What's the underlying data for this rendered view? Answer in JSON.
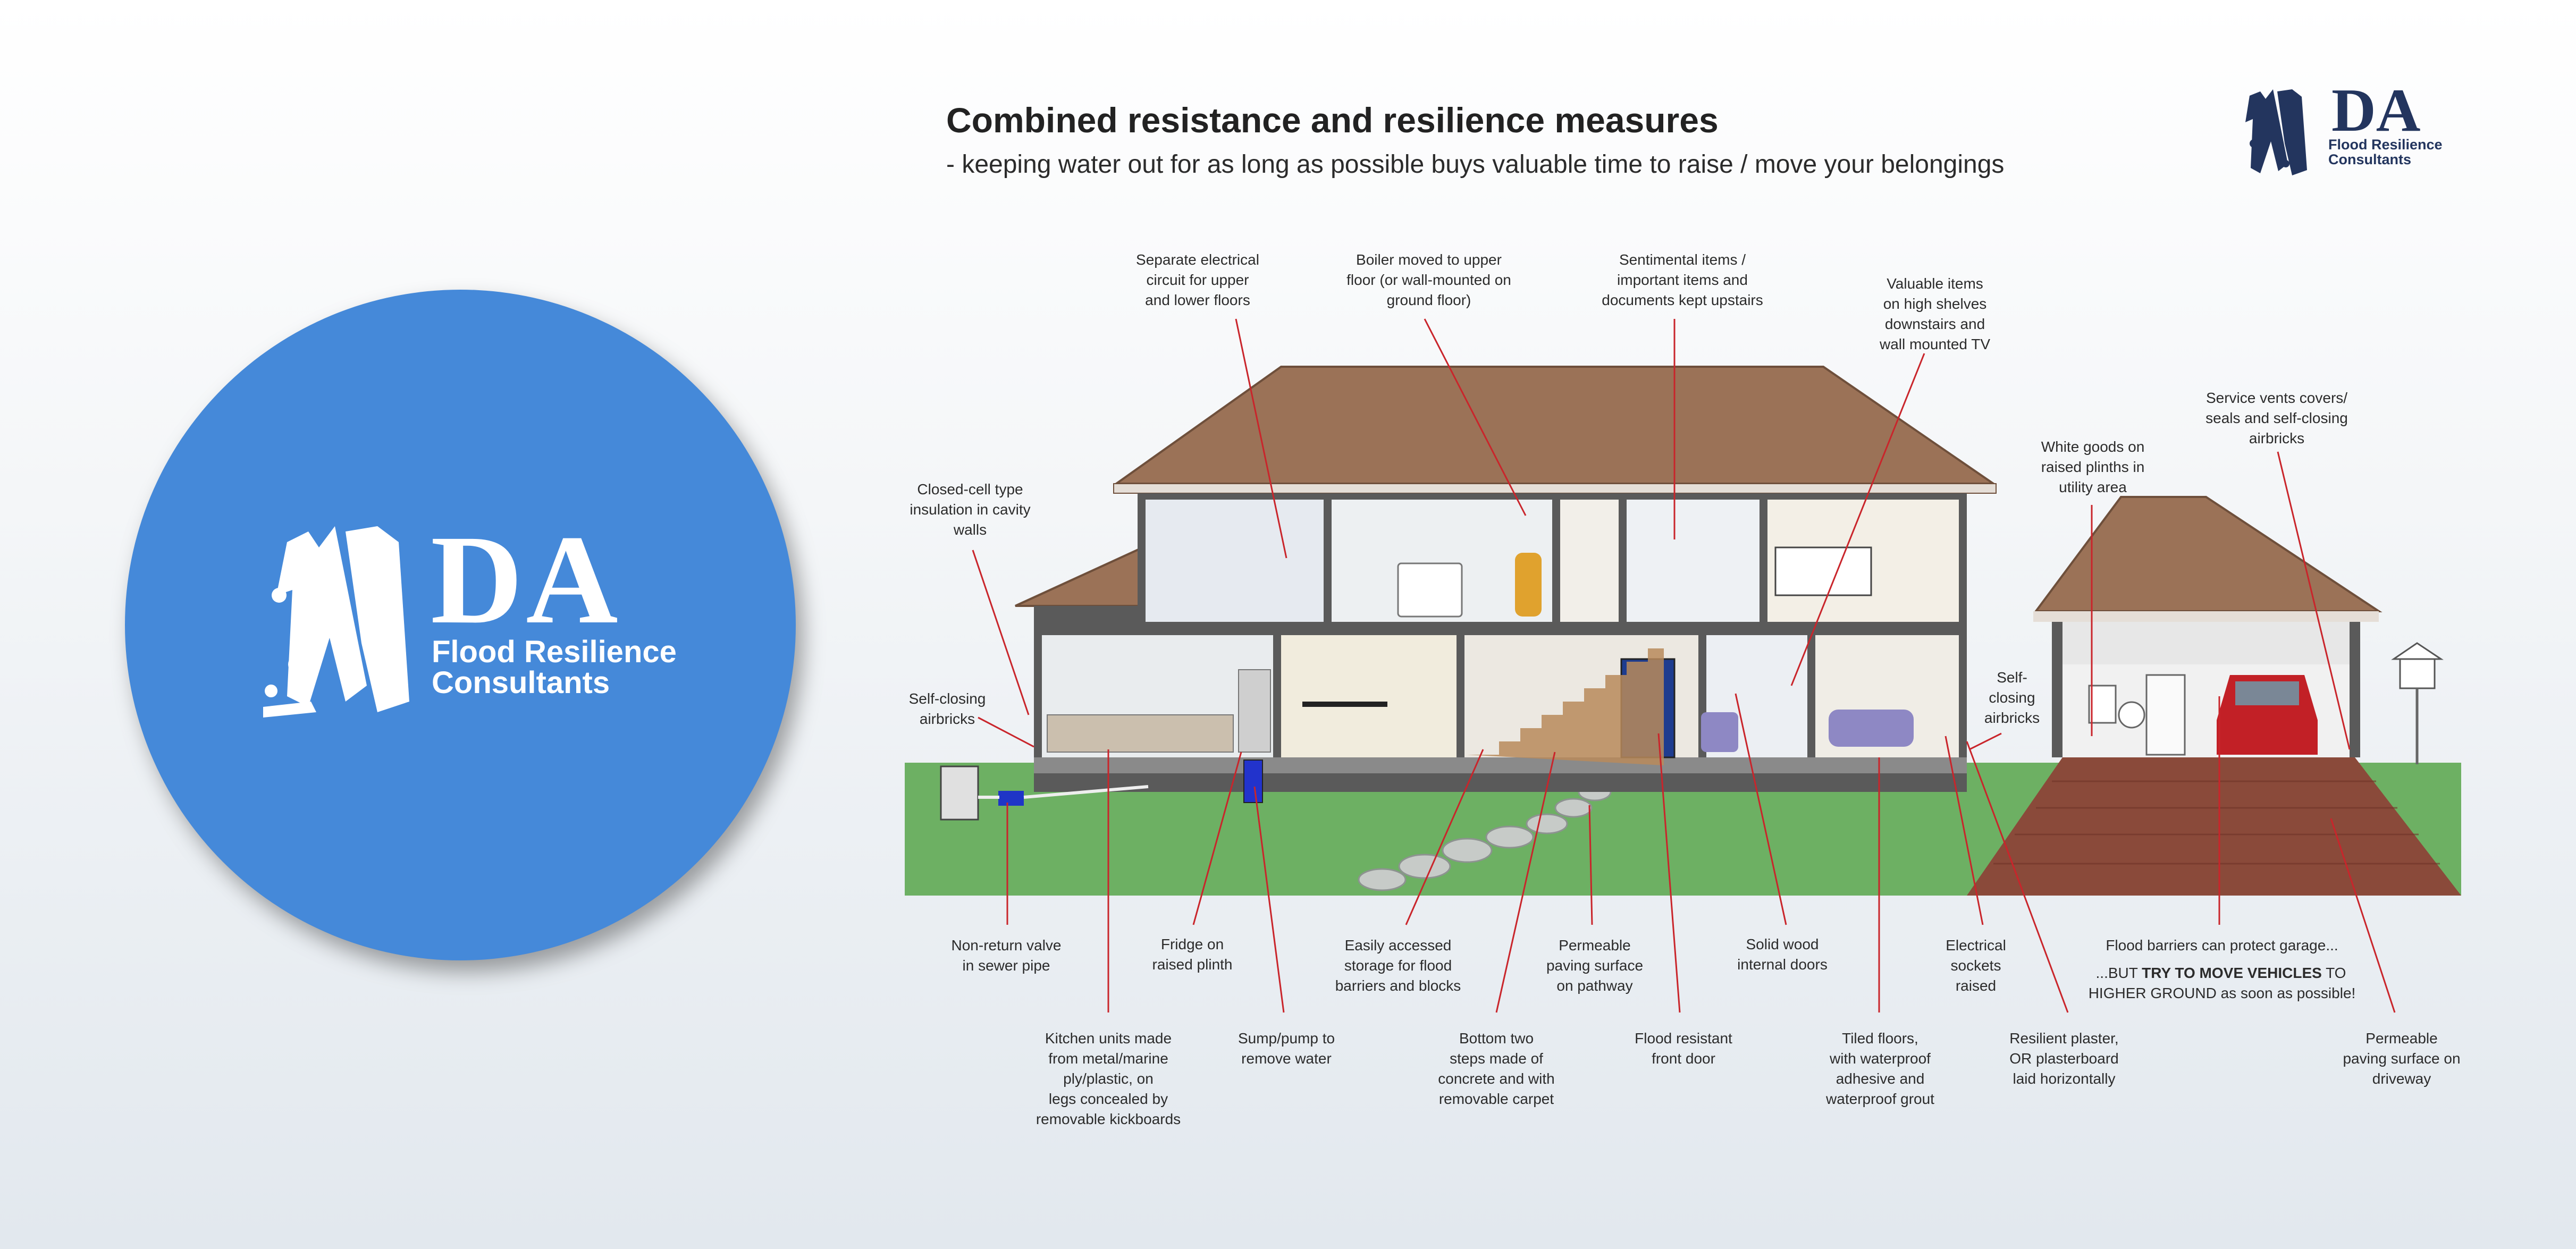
{
  "header": {
    "title": "Combined resistance and resilience measures",
    "subtitle": "- keeping water out for as long as possible buys valuable time to raise / move your belongings"
  },
  "logo": {
    "letters": "DA",
    "name_line1": "Flood Resilience",
    "name_line2": "Consultants"
  },
  "colors": {
    "circle": "#4589d9",
    "roof": "#9b7257",
    "grass": "#6db063",
    "driveway": "#8a4a3a",
    "callout_line": "#c9252b",
    "logo_navy": "#23355e"
  },
  "callouts": {
    "separate_circuit": "Separate electrical\ncircuit for upper\nand lower floors",
    "boiler": "Boiler moved to upper\nfloor (or wall-mounted on\nground floor)",
    "sentimental": "Sentimental items /\nimportant items and\ndocuments kept upstairs",
    "valuable": "Valuable items\non high shelves\ndownstairs and\nwall mounted TV",
    "service_vents": "Service vents covers/\nseals and self-closing\nairbricks",
    "white_goods": "White goods on\nraised plinths in\nutility area",
    "insulation": "Closed-cell type\ninsulation in cavity\nwalls",
    "airbricks_left": "Self-closing\nairbricks",
    "airbricks_right": "Self-\nclosing\nairbricks",
    "non_return": "Non-return valve\nin sewer pipe",
    "fridge": "Fridge on\nraised plinth",
    "kitchen": "Kitchen units made\nfrom metal/marine\nply/plastic, on\nlegs concealed by\nremovable kickboards",
    "sump": "Sump/pump to\nremove water",
    "storage": "Easily accessed\nstorage for flood\nbarriers and blocks",
    "steps": "Bottom two\nsteps made of\nconcrete and with\nremovable carpet",
    "paving_path": "Permeable\npaving surface\non pathway",
    "front_door": "Flood resistant\nfront door",
    "solid_doors": "Solid wood\ninternal doors",
    "tiled_floors": "Tiled floors,\nwith waterproof\nadhesive and\nwaterproof grout",
    "sockets": "Electrical\nsockets\nraised",
    "plaster": "Resilient plaster,\nOR plasterboard\nlaid horizontally",
    "garage_line1": "Flood barriers can protect garage...",
    "garage_prefix": "...BUT ",
    "garage_bold": "TRY TO MOVE VEHICLES",
    "garage_suffix": " TO",
    "garage_line3": "HIGHER GROUND as soon as possible!",
    "paving_drive": "Permeable\npaving surface on\ndriveway"
  }
}
